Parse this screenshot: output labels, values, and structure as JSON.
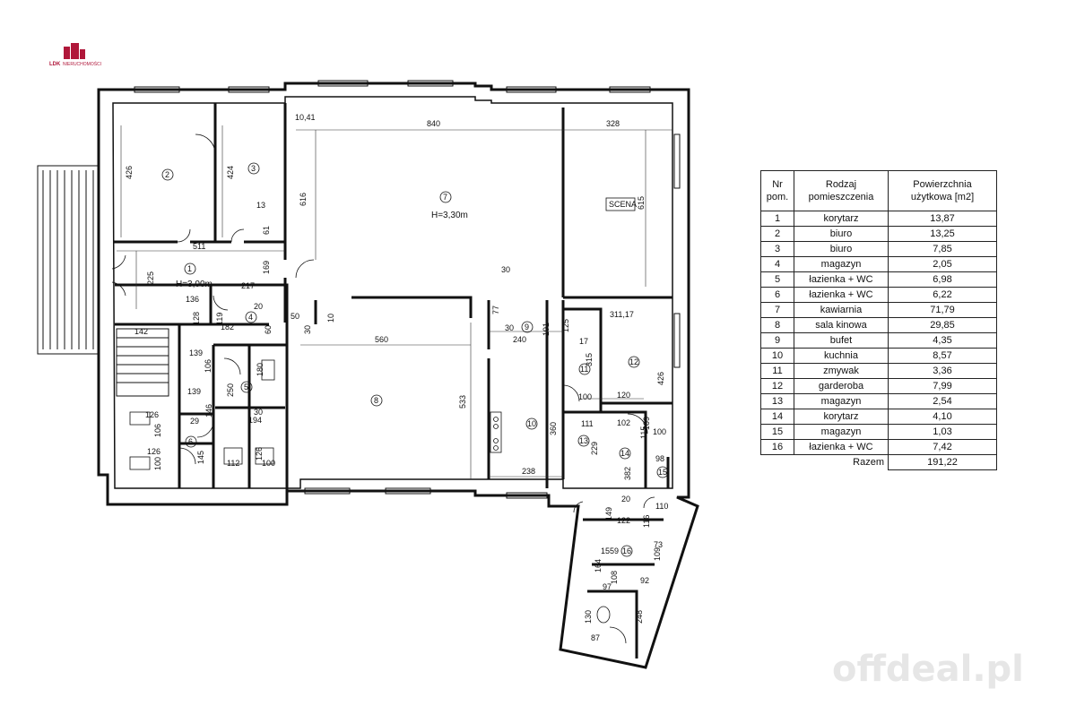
{
  "logo": {
    "mark": "LDK",
    "text": "NIERUCHOMOŚCI"
  },
  "watermark": "offdeal.pl",
  "plan": {
    "room_numbers": [
      "1",
      "2",
      "3",
      "4",
      "5",
      "6",
      "7",
      "8",
      "9",
      "10",
      "11",
      "12",
      "13",
      "14",
      "15",
      "16"
    ],
    "heights": {
      "room1": "H=3,00m",
      "room7": "H=3,30m"
    },
    "stage_label": "SCENA",
    "dimensions": {
      "d840": "840",
      "d328": "328",
      "d1041": "10,41",
      "d426a": "426",
      "d424": "424",
      "d616": "616",
      "d615": "615",
      "d13": "13",
      "d61": "61",
      "d511": "511",
      "d225": "225",
      "d169": "169",
      "d136": "136",
      "d217": "217",
      "d20a": "20",
      "d128": "128",
      "d119": "119",
      "d182": "182",
      "d60": "60",
      "d50": "50",
      "d10": "10",
      "d30a": "30",
      "d30b": "30",
      "d77": "77",
      "d142": "142",
      "d560": "560",
      "d30c": "30",
      "d240": "240",
      "d191": "191",
      "d125": "125",
      "d17": "17",
      "d31117": "311,17",
      "d139a": "139",
      "d106a": "106",
      "d139b": "139",
      "d250": "250",
      "d180": "180",
      "d146": "146",
      "d29": "29",
      "d30d": "30",
      "d194": "194",
      "d315": "315",
      "d533": "533",
      "d426b": "426",
      "d126a": "126",
      "d106b": "106",
      "d100a": "100",
      "d120": "120",
      "d111": "111",
      "d102": "102",
      "d115": "115",
      "d100b": "100",
      "d360": "360",
      "d126b": "126",
      "d145": "145",
      "d100c": "100",
      "d112": "112",
      "d126c": "126",
      "d100d": "100",
      "d229": "229",
      "d382": "382",
      "d109a": "109",
      "d98": "98",
      "d238": "238",
      "d20b": "20",
      "d110": "110",
      "d149": "149",
      "d116": "116",
      "d122": "122",
      "d73": "73",
      "d15": "15",
      "d59": "59",
      "d109b": "109",
      "d164": "164",
      "d108": "108",
      "d92": "92",
      "d97": "97",
      "d248": "248",
      "d130": "130",
      "d87": "87"
    }
  },
  "table": {
    "headers": [
      "Nr pom.",
      "Rodzaj pomieszczenia",
      "Powierzchnia użytkowa [m2]"
    ],
    "rows": [
      [
        "1",
        "korytarz",
        "13,87"
      ],
      [
        "2",
        "biuro",
        "13,25"
      ],
      [
        "3",
        "biuro",
        "7,85"
      ],
      [
        "4",
        "magazyn",
        "2,05"
      ],
      [
        "5",
        "łazienka + WC",
        "6,98"
      ],
      [
        "6",
        "łazienka + WC",
        "6,22"
      ],
      [
        "7",
        "kawiarnia",
        "71,79"
      ],
      [
        "8",
        "sala kinowa",
        "29,85"
      ],
      [
        "9",
        "bufet",
        "4,35"
      ],
      [
        "10",
        "kuchnia",
        "8,57"
      ],
      [
        "11",
        "zmywak",
        "3,36"
      ],
      [
        "12",
        "garderoba",
        "7,99"
      ],
      [
        "13",
        "magazyn",
        "2,54"
      ],
      [
        "14",
        "korytarz",
        "4,10"
      ],
      [
        "15",
        "magazyn",
        "1,03"
      ],
      [
        "16",
        "łazienka + WC",
        "7,42"
      ]
    ],
    "total_label": "Razem",
    "total_value": "191,22"
  }
}
